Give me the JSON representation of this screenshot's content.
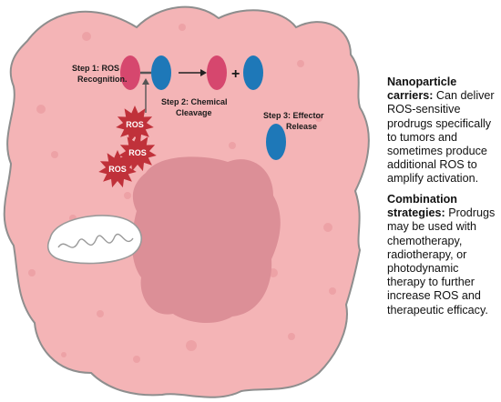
{
  "diagram": {
    "step1_line1": "Step 1: ROS",
    "step1_line2": "Recognition.",
    "step2_line1": "Step 2: Chemical",
    "step2_line2": "Cleavage",
    "step3_line1": "Step 3: Effector",
    "step3_line2": "Release",
    "plus_sign": "+",
    "ros_label": "ROS"
  },
  "side_notes": {
    "nanoparticle": {
      "heading": "Nanoparticle carriers:",
      "body": "Can deliver ROS-sensitive prodrugs specifically to tumors and sometimes produce additional ROS to amplify activation."
    },
    "combination": {
      "heading": "Combination strategies:",
      "body": "Prodrugs may be used with chemotherapy, radiotherapy, or photodynamic therapy to further increase ROS and therapeutic efficacy."
    }
  },
  "colors": {
    "cell_fill": "#f4b4b6",
    "cell_border": "#8e8e8e",
    "nucleus": "#dc8f97",
    "prodrug_pink": "#d6476e",
    "effector_blue": "#1e78b8",
    "ros_star": "#c0313a"
  }
}
